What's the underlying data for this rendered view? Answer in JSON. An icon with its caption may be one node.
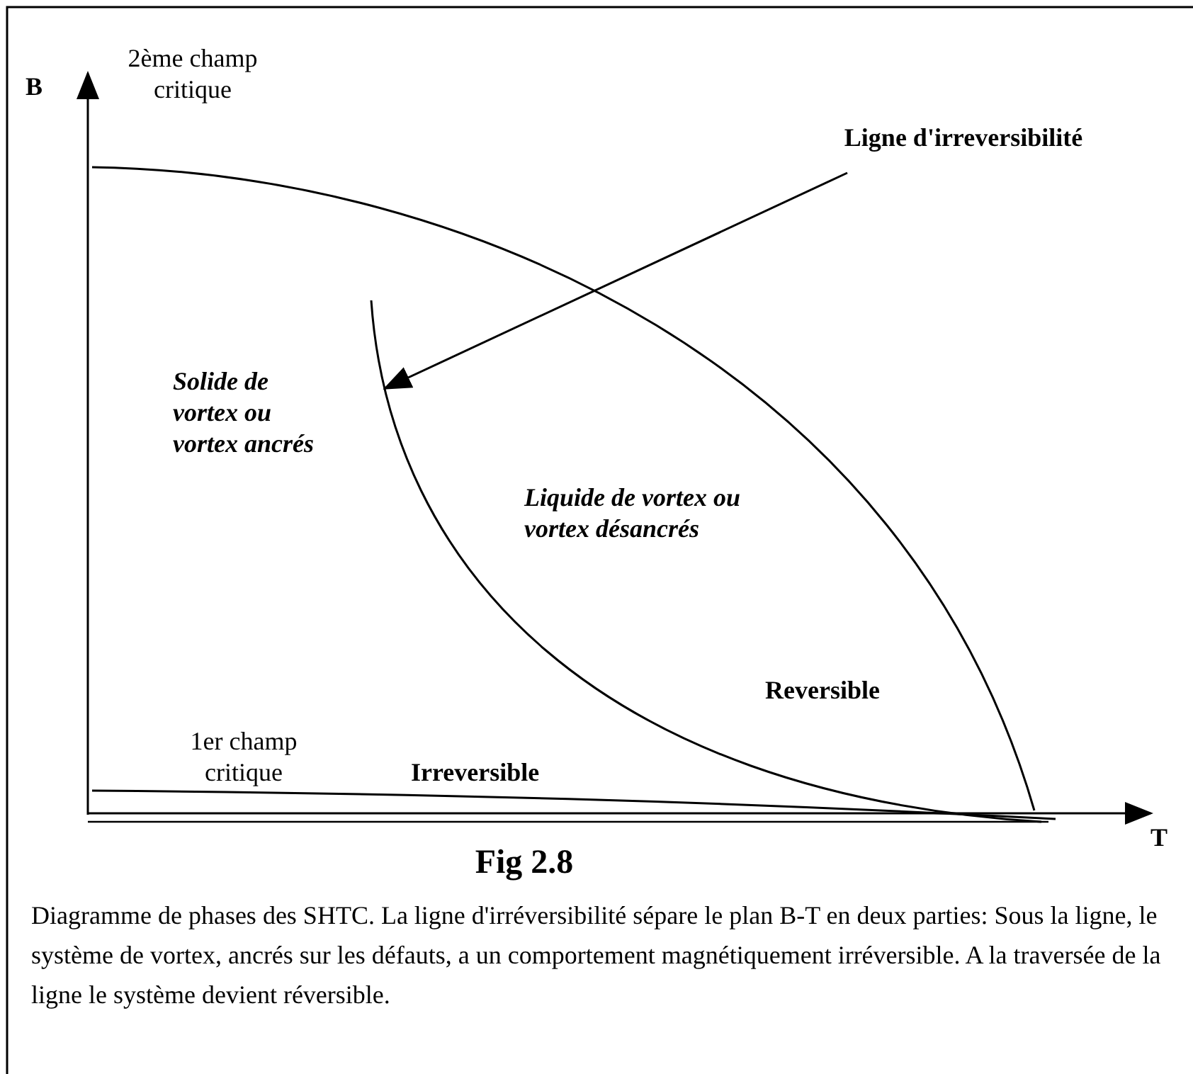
{
  "diagram": {
    "title": "Fig 2.8",
    "caption": "Diagramme de phases des SHTC. La ligne d'irréversibilité sépare le plan B-T en deux parties: Sous la ligne, le système de vortex, ancrés sur les défauts, a un comportement magnétiquement irréversible. A la traversée de la ligne le système devient réversible.",
    "nodes": [
      {
        "text": [
          "Ligne d'irreversibilité"
        ]
      },
      {
        "text": [],
        "shape": "curve"
      }
    ],
    "edges": [
      {
        "from": 0,
        "to": 1,
        "arrow": "to"
      }
    ],
    "labels": [
      "B",
      "2ème champ critique",
      "Solide de vortex ou vortex ancrés",
      "Liquide de vortex ou vortex désancrés",
      "Reversible",
      "1er champ critique",
      "Irreversible",
      "T"
    ]
  }
}
